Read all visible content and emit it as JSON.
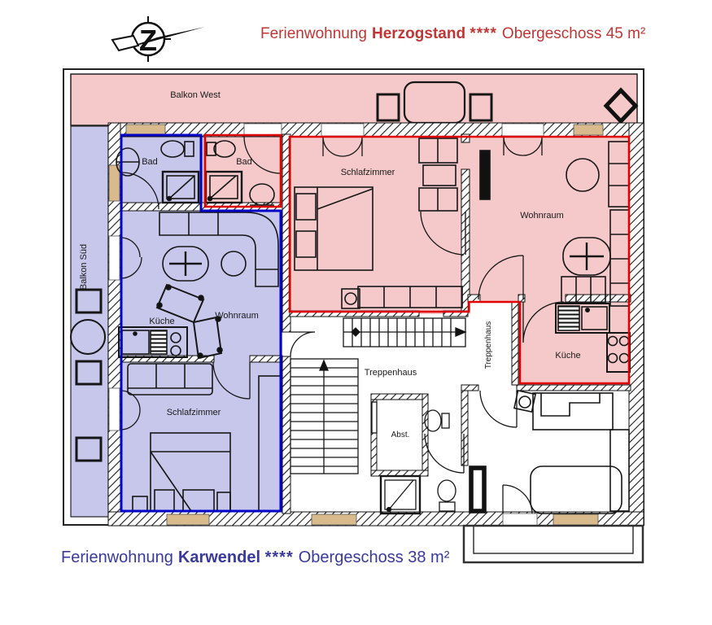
{
  "titles": {
    "top": {
      "prefix": "Ferienwohnung",
      "name": "Herzogstand",
      "stars": "****",
      "suffix": "Obergeschoss  45 m²"
    },
    "bottom": {
      "prefix": "Ferienwohnung",
      "name": "Karwendel",
      "stars": "****",
      "suffix": "Obergeschoss 38 m²"
    }
  },
  "apartments": {
    "herzogstand": {
      "name": "Herzogstand",
      "floor": "Obergeschoss",
      "area": "45 m²",
      "outline_color": "#e10000",
      "fill_color": "#f5c9c9"
    },
    "karwendel": {
      "name": "Karwendel",
      "floor": "Obergeschoss",
      "area": "38 m²",
      "outline_color": "#0000c8",
      "fill_color": "#c7c7eb"
    }
  },
  "rooms": {
    "balkon_west": "Balkon West",
    "balkon_sued": "Balkon Süd",
    "bad_karwendel": "Bad",
    "bad_herzogstand": "Bad",
    "schlafzimmer_herzogstand": "Schlafzimmer",
    "wohnraum_herzogstand": "Wohnraum",
    "kueche_herzogstand": "Küche",
    "treppenhaus": "Treppenhaus",
    "treppenhaus_neben": "Treppenhaus",
    "abstellraum": "Abst.",
    "kueche_karwendel": "Küche",
    "wohnraum_karwendel": "Wohnraum",
    "schlafzimmer_karwendel": "Schlafzimmer"
  },
  "icons": {
    "north_arrow": "north-compass-arrow"
  },
  "colors": {
    "apartment_red_fill": "#f5c9c9",
    "apartment_blue_fill": "#c7c7eb",
    "red_outline": "#e10000",
    "blue_outline": "#0000c8",
    "title_red": "#c23535",
    "title_blue": "#39399e",
    "window_sill_tan": "#d9ba8c",
    "line_black": "#161616"
  }
}
